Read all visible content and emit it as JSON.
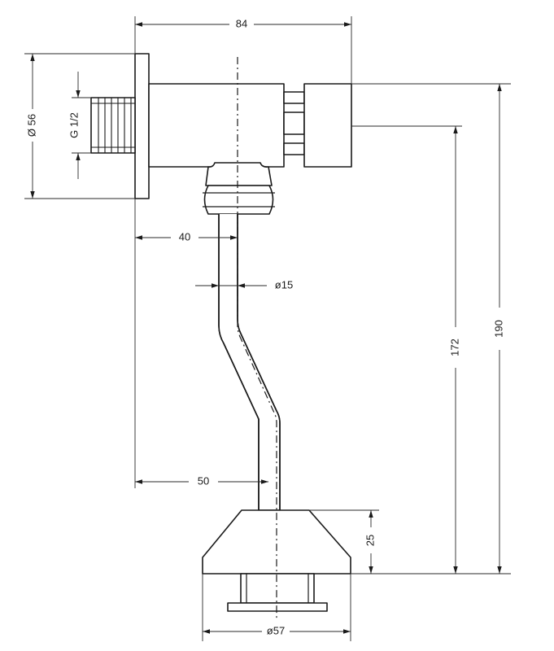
{
  "drawing": {
    "dimensions": {
      "width_top": "84",
      "flange_diameter": "Ø 56",
      "thread": "G 1/2",
      "offset_upper": "40",
      "pipe_diameter": "ø15",
      "offset_lower": "50",
      "height_172": "172",
      "height_190": "190",
      "cone_height": "25",
      "base_diameter": "ø57"
    }
  }
}
